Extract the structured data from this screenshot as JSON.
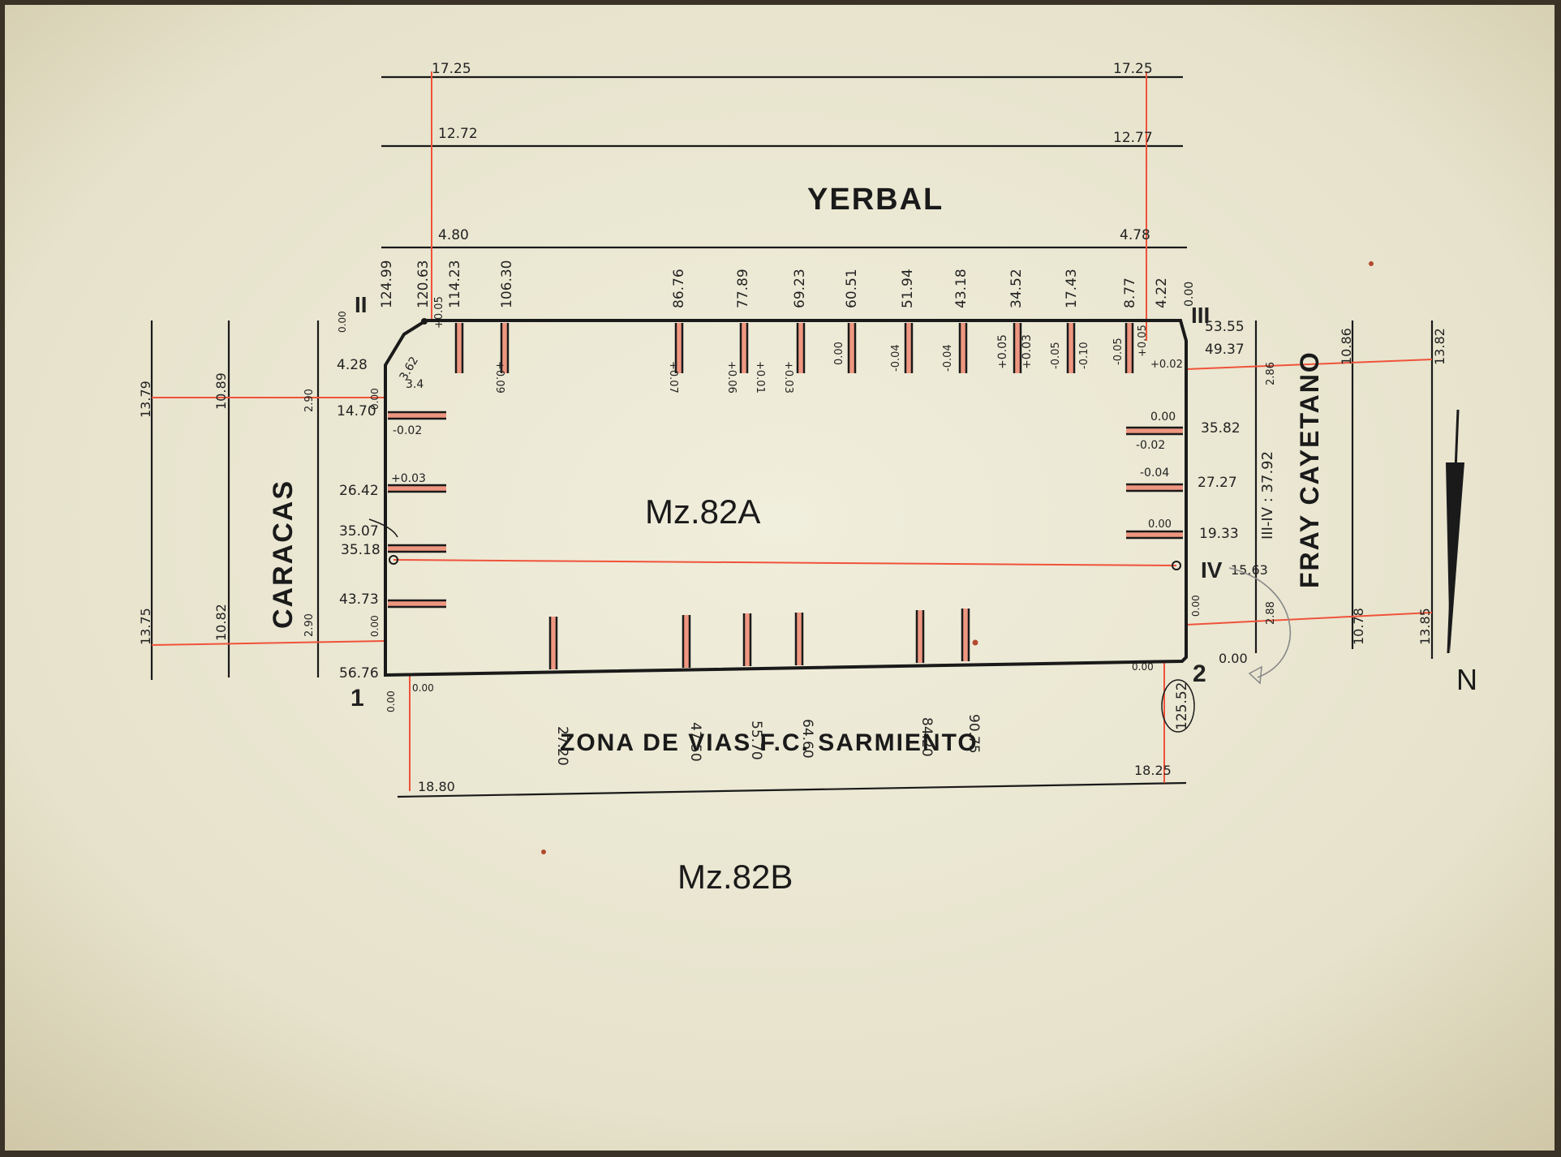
{
  "streets": {
    "north": "YERBAL",
    "west": "CARACAS",
    "east": "FRAY CAYETANO",
    "south": "ZONA DE VIAS F.C. SARMIENTO"
  },
  "blocks": {
    "main": "Mz.82A",
    "south": "Mz.82B"
  },
  "north_arrow": "N",
  "vertices": {
    "v1": "1",
    "v2": "2",
    "v3": "III",
    "v4": "IV",
    "v5": "II"
  },
  "diagonal_label": "III-IV : 37.92",
  "top_line_labels": {
    "l1_left": "17.25",
    "l1_right": "17.25",
    "l2_left": "12.72",
    "l2_right": "12.77",
    "l3_left": "4.80",
    "l3_right": "4.78"
  },
  "bottom_labels": {
    "left": "18.80",
    "right": "18.25"
  },
  "north_side_distances": [
    "124.99",
    "120.63",
    "114.23",
    "106.30",
    "86.76",
    "77.89",
    "69.23",
    "60.51",
    "51.94",
    "43.18",
    "34.52",
    "17.43",
    "8.77",
    "4.22",
    "0.00"
  ],
  "north_side_marks": [
    "+0.05",
    "+0.09",
    "+0.07",
    "+0.06",
    "+0.01",
    "+0.03",
    "0.00",
    "-0.04",
    "-0.04",
    "+0.05",
    "+0.03",
    "-0.05",
    "-0.10",
    "-0.05",
    "+0.05",
    "+0.02"
  ],
  "west_side_distances": [
    "4.28",
    "14.70",
    "26.42",
    "35.07",
    "35.18",
    "43.73",
    "56.76"
  ],
  "west_side_marks": [
    "0.00",
    "3.62",
    "3.4",
    "-0.02",
    "+0.03",
    "0.00",
    "2.90",
    "2.90",
    "0.00"
  ],
  "east_side_distances": [
    "53.55",
    "49.37",
    "35.82",
    "27.27",
    "19.33",
    "15.63",
    "0.00"
  ],
  "east_side_marks": [
    "0.00",
    "-0.02",
    "-0.04",
    "0.00",
    "0.00",
    "2.86",
    "2.88"
  ],
  "south_side_distances": [
    "27.20",
    "47.50",
    "55.70",
    "64.60",
    "84.20",
    "90.75",
    "125.52"
  ],
  "south_side_marks": [
    "0.00",
    "0.00",
    "0.00"
  ],
  "caracas_lines": {
    "top_outer": "13.79",
    "top_inner": "10.89",
    "bottom_outer": "13.75",
    "bottom_inner": "10.82"
  },
  "cayetano_lines": {
    "top_inner": "10.86",
    "top_outer": "13.82",
    "bottom_inner": "10.78",
    "bottom_outer": "13.85"
  },
  "colors": {
    "paper": "#ece9d6",
    "ink": "#1a1a1a",
    "red": "#f0523a"
  }
}
